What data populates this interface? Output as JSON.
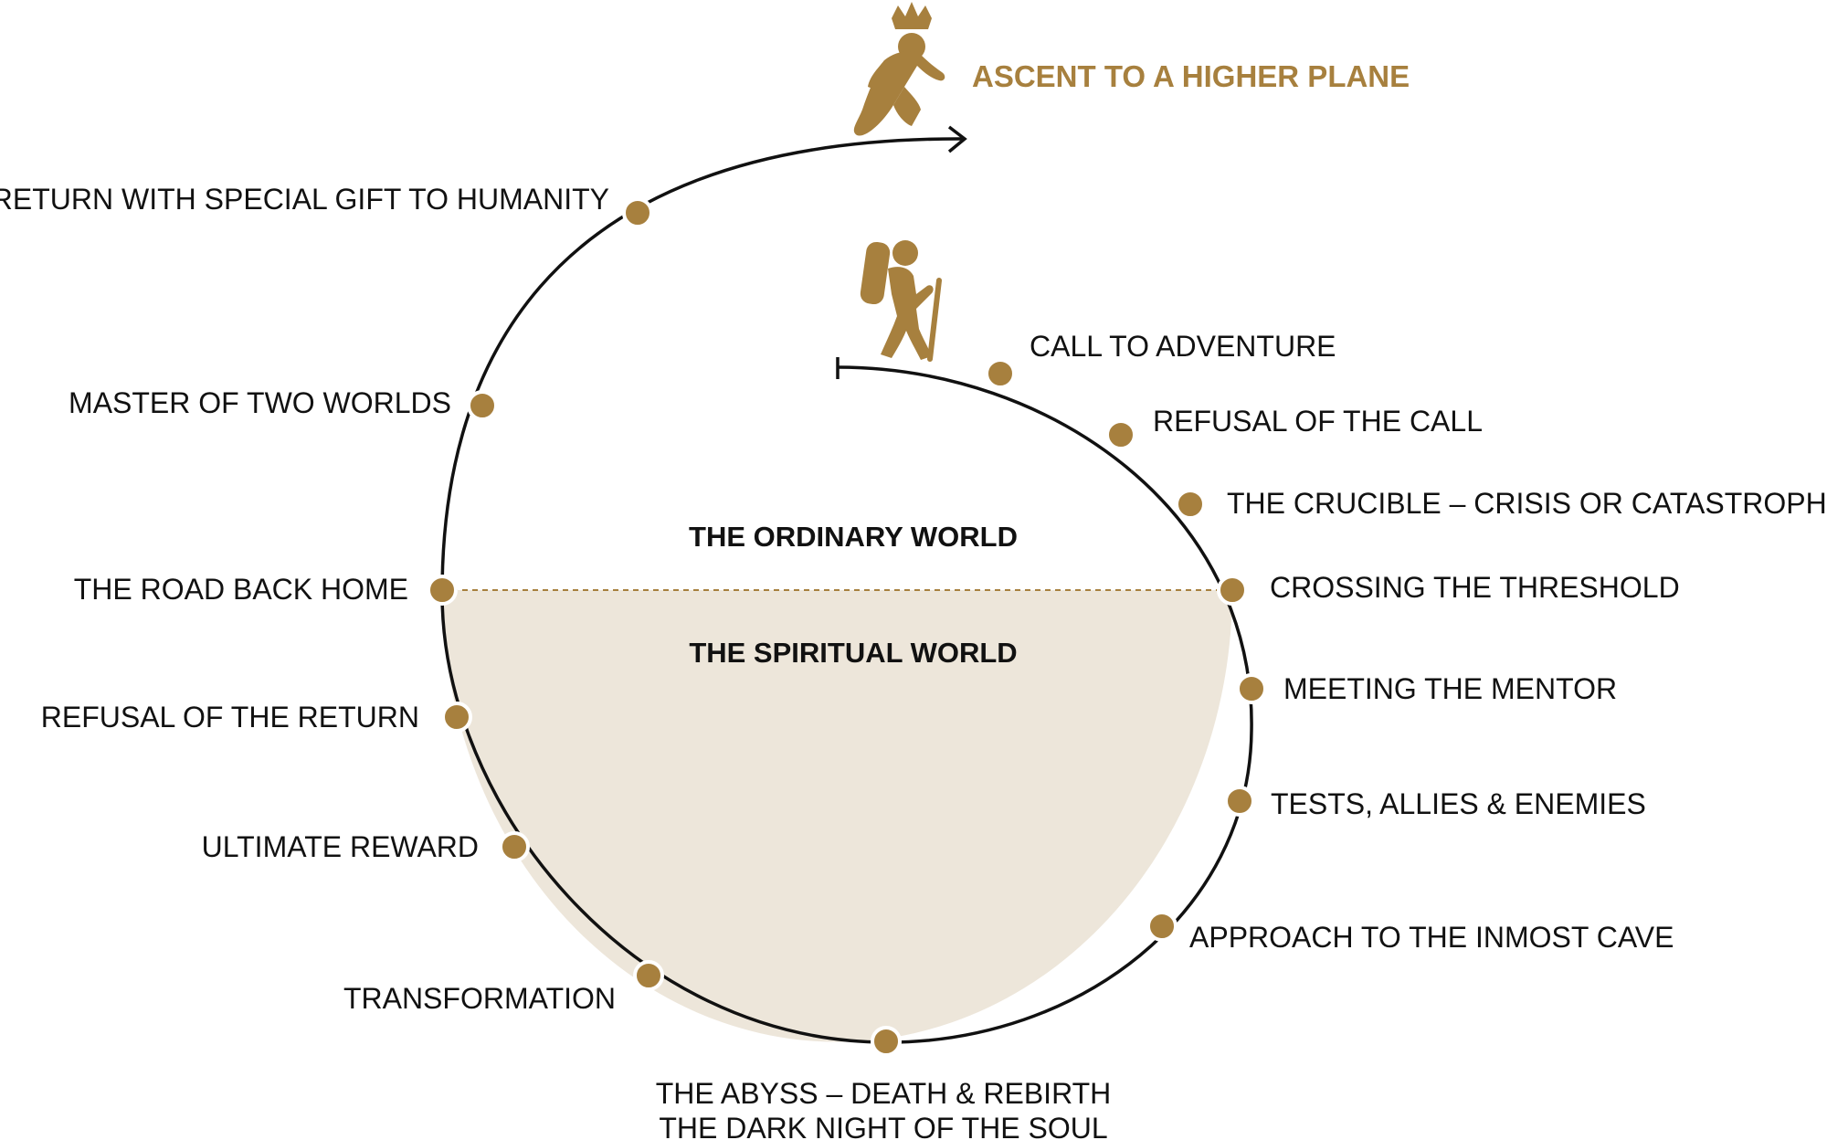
{
  "colors": {
    "accent": "#a7803e",
    "spiritual_fill": "#ede6da",
    "line": "#111111",
    "label": "#111111"
  },
  "zones": {
    "ordinary": "THE ORDINARY WORLD",
    "spiritual": "THE SPIRITUAL WORLD"
  },
  "ascent": {
    "label": "ASCENT TO A HIGHER PLANE",
    "icon": "crowned-walking-figure-icon"
  },
  "hiker_icon": "hiker-with-backpack-icon",
  "stages": [
    {
      "label": "CALL TO ADVENTURE"
    },
    {
      "label": "REFUSAL OF THE CALL"
    },
    {
      "label": "THE CRUCIBLE – CRISIS OR CATASTROPHE"
    },
    {
      "label": "CROSSING THE THRESHOLD"
    },
    {
      "label": "MEETING THE MENTOR"
    },
    {
      "label": "TESTS, ALLIES & ENEMIES"
    },
    {
      "label": "APPROACH TO THE INMOST CAVE"
    },
    {
      "label": "THE ABYSS – DEATH & REBIRTH",
      "label2": "THE DARK NIGHT OF THE SOUL"
    },
    {
      "label": "TRANSFORMATION"
    },
    {
      "label": "ULTIMATE REWARD"
    },
    {
      "label": "REFUSAL OF THE RETURN"
    },
    {
      "label": "THE ROAD BACK HOME"
    },
    {
      "label": "MASTER OF TWO WORLDS"
    },
    {
      "label": "RETURN WITH SPECIAL GIFT TO HUMANITY"
    }
  ]
}
